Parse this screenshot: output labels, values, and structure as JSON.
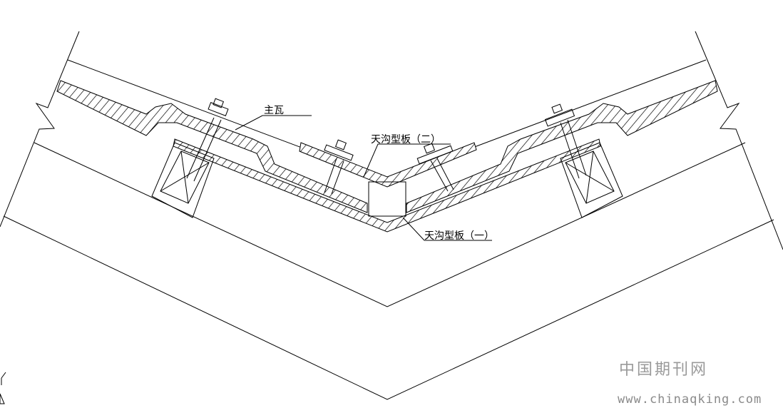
{
  "labels": {
    "main_tile": "主瓦",
    "gutter_plate_2": "天沟型板（二）",
    "gutter_plate_1": "天沟型板（一）"
  },
  "watermark": {
    "name": "中国期刊网",
    "url": "www.chinaqking.com"
  },
  "colors": {
    "line": "#000000",
    "watermark": "#9a9a9a"
  }
}
